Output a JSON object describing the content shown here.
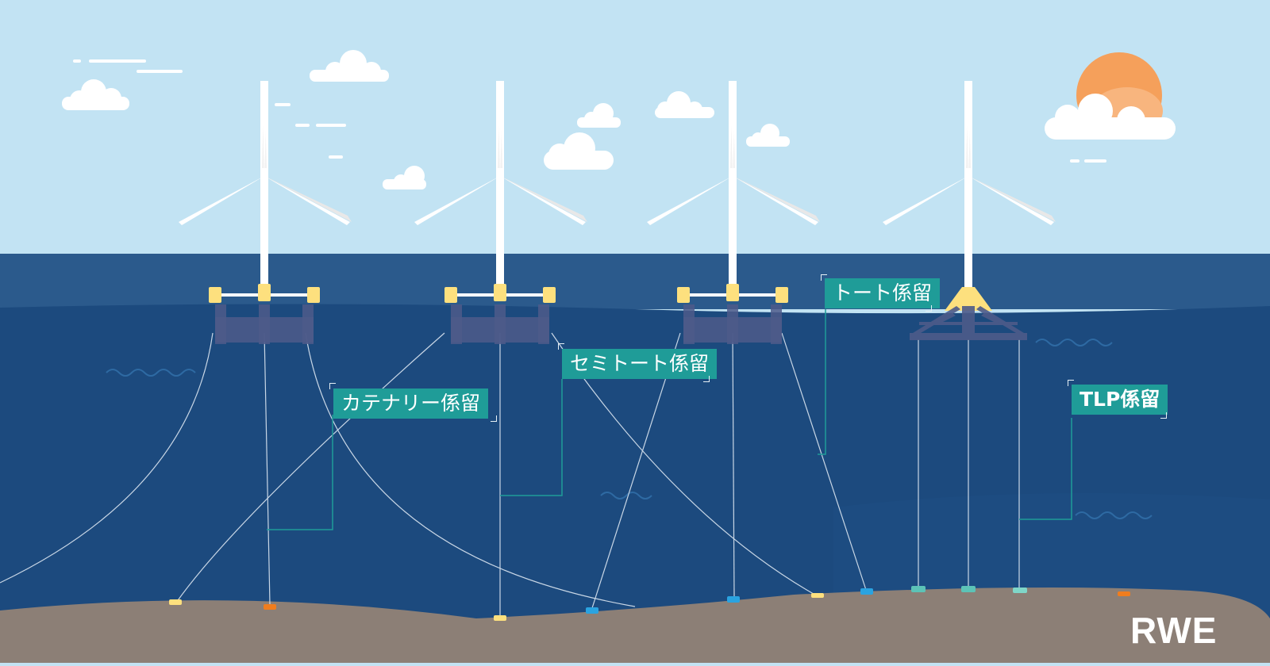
{
  "labels": {
    "catenary": "カテナリー係留",
    "semi_taut": "セミトート係留",
    "taut": "トート係留",
    "tlp": "TLP係留"
  },
  "logo": "RWE",
  "colors": {
    "sky": "#c2e3f3",
    "sea_surface": "#2b5a8c",
    "sea_deep": "#1c4a7e",
    "seabed": "#8c7f76",
    "label_bg": "#1f9c98",
    "float_yellow": "#fde07e",
    "sun": "#f5a05b",
    "anchor_orange": "#f07d1e",
    "anchor_blue": "#2aa3e0",
    "anchor_teal": "#5cc3b7"
  },
  "turbines": [
    {
      "name": "catenary-turbine",
      "type": "semi-submersible"
    },
    {
      "name": "semi-taut-turbine",
      "type": "semi-submersible"
    },
    {
      "name": "taut-turbine",
      "type": "semi-submersible"
    },
    {
      "name": "tlp-turbine",
      "type": "tension-leg-platform"
    }
  ]
}
